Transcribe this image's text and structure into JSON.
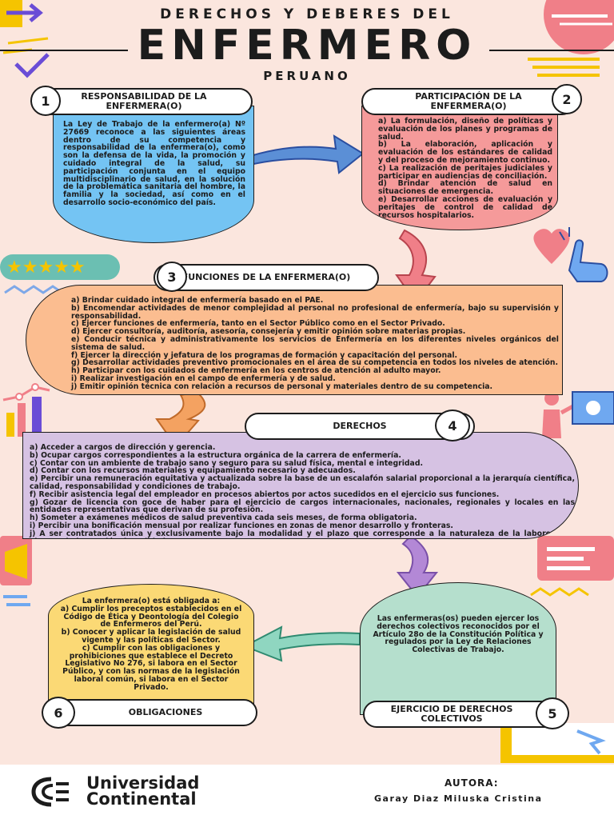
{
  "header": {
    "subtitle": "DERECHOS Y DEBERES DEL",
    "title": "ENFERMERO",
    "subtitle2": "PERUANO"
  },
  "section1": {
    "number": "1",
    "title": "RESPONSABILIDAD DE LA ENFERMERA(O)",
    "text": "La Ley de Trabajo de la enfermero(a) Nº 27669 reconoce a las siguientes áreas dentro de su competencia y responsabilidad de la enfermera(o), como son la defensa de la vida, la promoción y cuidado integral de la salud, su participación conjunta en el equipo multidisciplinario de salud, en la solución de la problemática sanitaria del hombre, la familia y la sociedad, así como en el desarrollo socio-económico del país."
  },
  "section2": {
    "number": "2",
    "title": "PARTICIPACIÓN DE LA ENFERMERA(O)",
    "items": [
      "a) La formulación, diseño de políticas y evaluación de los planes y programas de salud.",
      "b) La elaboración, aplicación y evaluación de los estándares de calidad y del proceso de mejoramiento continuo.",
      "c) La realización de peritajes judiciales y participar en audiencias de conciliación.",
      "d) Brindar atención de salud en situaciones de emergencia.",
      "e) Desarrollar acciones de evaluación y peritajes de control de calidad de recursos hospitalarios."
    ]
  },
  "section3": {
    "number": "3",
    "title": "FUNCIONES DE LA ENFERMERA(O)",
    "items": [
      "a) Brindar cuidado integral de enfermería basado en el PAE.",
      "b) Encomendar actividades de menor complejidad al personal no profesional de enfermería, bajo su supervisión y responsabilidad.",
      "c) Ejercer funciones de enfermería, tanto en el Sector Público como en el Sector Privado.",
      "d) Ejercer consultoría, auditoría, asesoría, consejería y emitir opinión sobre materias propias.",
      "e) Conducir técnica y administrativamente los servicios de Enfermería en los diferentes niveles orgánicos del sistema de salud.",
      "f) Ejercer la dirección y jefatura de los programas de formación y capacitación del personal.",
      "g) Desarrollar actividades preventivo promocionales en el área de su competencia en todos los niveles de atención.",
      "h) Participar con los cuidados de enfermería en los centros de atención al adulto mayor.",
      "i) Realizar investigación en el campo de enfermería y de salud.",
      "j) Emitir opinión técnica con relación a recursos de personal y materiales dentro de su competencia."
    ]
  },
  "section4": {
    "number": "4",
    "title": "DERECHOS",
    "items": [
      "a) Acceder a cargos de dirección y gerencia.",
      "b) Ocupar cargos correspondientes a la estructura orgánica de la carrera de enfermería.",
      "c) Contar con un ambiente de trabajo sano y seguro para su salud física, mental e integridad.",
      "d) Contar con los recursos materiales y equipamiento necesario y adecuados.",
      "e) Percibir una remuneración equitativa y actualizada sobre la base de un escalafón salarial proporcional a la jerarquía científica, calidad, responsabilidad y condiciones de trabajo.",
      "f) Recibir asistencia legal del empleador en procesos abiertos por actos sucedidos en el ejercicio sus funciones.",
      "g) Gozar de licencia con goce de haber para el ejercicio de cargos internacionales, nacionales, regionales y locales en las entidades representativas que derivan de su profesión.",
      "h) Someter a exámenes médicos de salud preventiva cada seis meses, de forma obligatoria.",
      "i) Percibir una bonificación mensual por realizar funciones en zonas de menor desarrollo y fronteras.",
      "j) A ser contratados única y exclusivamente bajo la modalidad y el plazo que corresponde a la naturaleza de la labores que ejecuta, bajo sanción de nulidad."
    ]
  },
  "section5": {
    "number": "5",
    "title": "EJERCICIO DE DERECHOS COLECTIVOS",
    "text": "Las enfermeras(os) pueden ejercer los derechos colectivos reconocidos por el Artículo 28o de la Constitución Política y regulados por la Ley de Relaciones Colectivas de Trabajo."
  },
  "section6": {
    "number": "6",
    "title": "OBLIGACIONES",
    "intro": "La enfermera(o) está obligada a:",
    "items": [
      "a) Cumplir los preceptos establecidos en el Código de Ética y Deontología del Colegio de Enfermeros del Perú.",
      "b) Conocer y aplicar la legislación de salud vigente y las políticas del Sector.",
      "c) Cumplir con las obligaciones y prohibiciones que establece el Decreto Legislativo No 276, si labora en el Sector Público, y con las normas de la legislación laboral común, si labora en el Sector Privado."
    ]
  },
  "footer": {
    "university_line1": "Universidad",
    "university_line2": "Continental",
    "author_label": "AUTORA:",
    "author_name": "Garay Diaz Miluska Cristina"
  },
  "colors": {
    "background": "#fbe6de",
    "blue_box": "#74c4f3",
    "pink_box": "#f59a9a",
    "orange_box": "#fbbd90",
    "purple_box": "#d6c2e3",
    "green_box": "#b5dfcd",
    "yellow_box": "#fbd975",
    "arrow_blue": "#5b8fd6",
    "arrow_pink": "#f07f88",
    "arrow_orange": "#f4a261",
    "arrow_purple": "#b388d6",
    "arrow_green": "#8fd6c0"
  },
  "icons": [
    "arrow-right-icon",
    "heart-icon",
    "stars-icon",
    "pointing-hand-icon",
    "megaphone-icon",
    "chat-bubble-icon",
    "cursor-icon",
    "person-icon",
    "chart-icon",
    "zigzag-icon"
  ]
}
